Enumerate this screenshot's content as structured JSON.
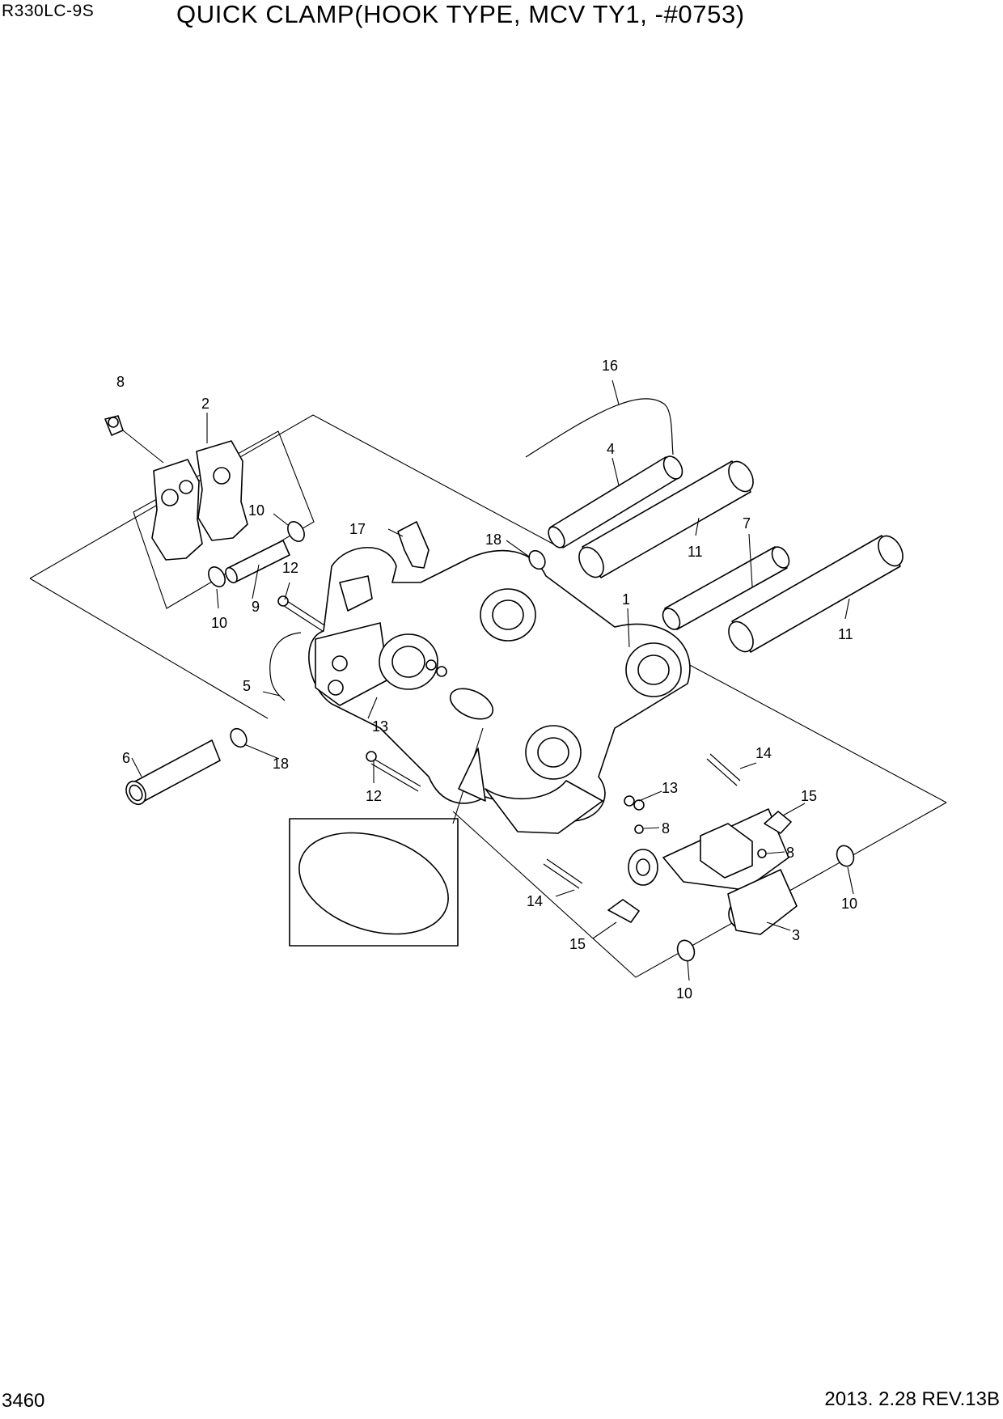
{
  "header": {
    "model": "R330LC-9S",
    "title": "QUICK CLAMP(HOOK TYPE, MCV TY1, -#0753)"
  },
  "footer": {
    "page": "3460",
    "revision": "2013. 2.28  REV.13B"
  },
  "callouts": [
    {
      "id": "c8a",
      "label": "8"
    },
    {
      "id": "c2",
      "label": "2"
    },
    {
      "id": "c10a",
      "label": "10"
    },
    {
      "id": "c12a",
      "label": "12"
    },
    {
      "id": "c9",
      "label": "9"
    },
    {
      "id": "c10b",
      "label": "10"
    },
    {
      "id": "c5",
      "label": "5"
    },
    {
      "id": "c13a",
      "label": "13"
    },
    {
      "id": "c6",
      "label": "6"
    },
    {
      "id": "c18a",
      "label": "18"
    },
    {
      "id": "c12b",
      "label": "12"
    },
    {
      "id": "c17",
      "label": "17"
    },
    {
      "id": "c18b",
      "label": "18"
    },
    {
      "id": "c16",
      "label": "16"
    },
    {
      "id": "c4",
      "label": "4"
    },
    {
      "id": "c11a",
      "label": "11"
    },
    {
      "id": "c7",
      "label": "7"
    },
    {
      "id": "c1",
      "label": "1"
    },
    {
      "id": "c11b",
      "label": "11"
    },
    {
      "id": "c14a",
      "label": "14"
    },
    {
      "id": "c15a",
      "label": "15"
    },
    {
      "id": "c13b",
      "label": "13"
    },
    {
      "id": "c8b",
      "label": "8"
    },
    {
      "id": "c8c",
      "label": "8"
    },
    {
      "id": "c14b",
      "label": "14"
    },
    {
      "id": "c15b",
      "label": "15"
    },
    {
      "id": "c3",
      "label": "3"
    },
    {
      "id": "c10c",
      "label": "10"
    },
    {
      "id": "c10d",
      "label": "10"
    }
  ]
}
